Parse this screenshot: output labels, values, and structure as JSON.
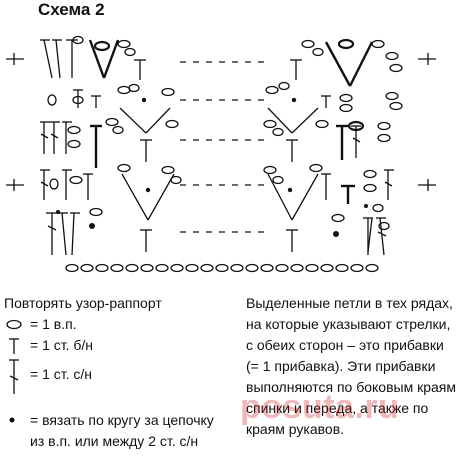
{
  "title": "Схема 2",
  "legend": {
    "heading": "Повторять узор-раппорт",
    "items": [
      {
        "symbol": "chain-stitch-icon",
        "text": "= 1 в.п."
      },
      {
        "symbol": "single-crochet-icon",
        "text": "= 1 ст. б/н"
      },
      {
        "symbol": "double-crochet-icon",
        "text": "= 1 ст. с/н"
      },
      {
        "symbol": "dot-icon",
        "text": "= вязать по кругу за цепочку из в.п. или между 2 ст. с/н"
      }
    ]
  },
  "note": "Выделенные петли в тех рядах, на которые указывают стрелки, с обеих сторон – это прибавки (= 1 прибавка). Эти прибавки выполняются по боковым краям спинки и переда, а также по краям рукавов.",
  "watermark": "posuta.ru",
  "colors": {
    "ink": "#111111",
    "watermark": "#c80000"
  }
}
